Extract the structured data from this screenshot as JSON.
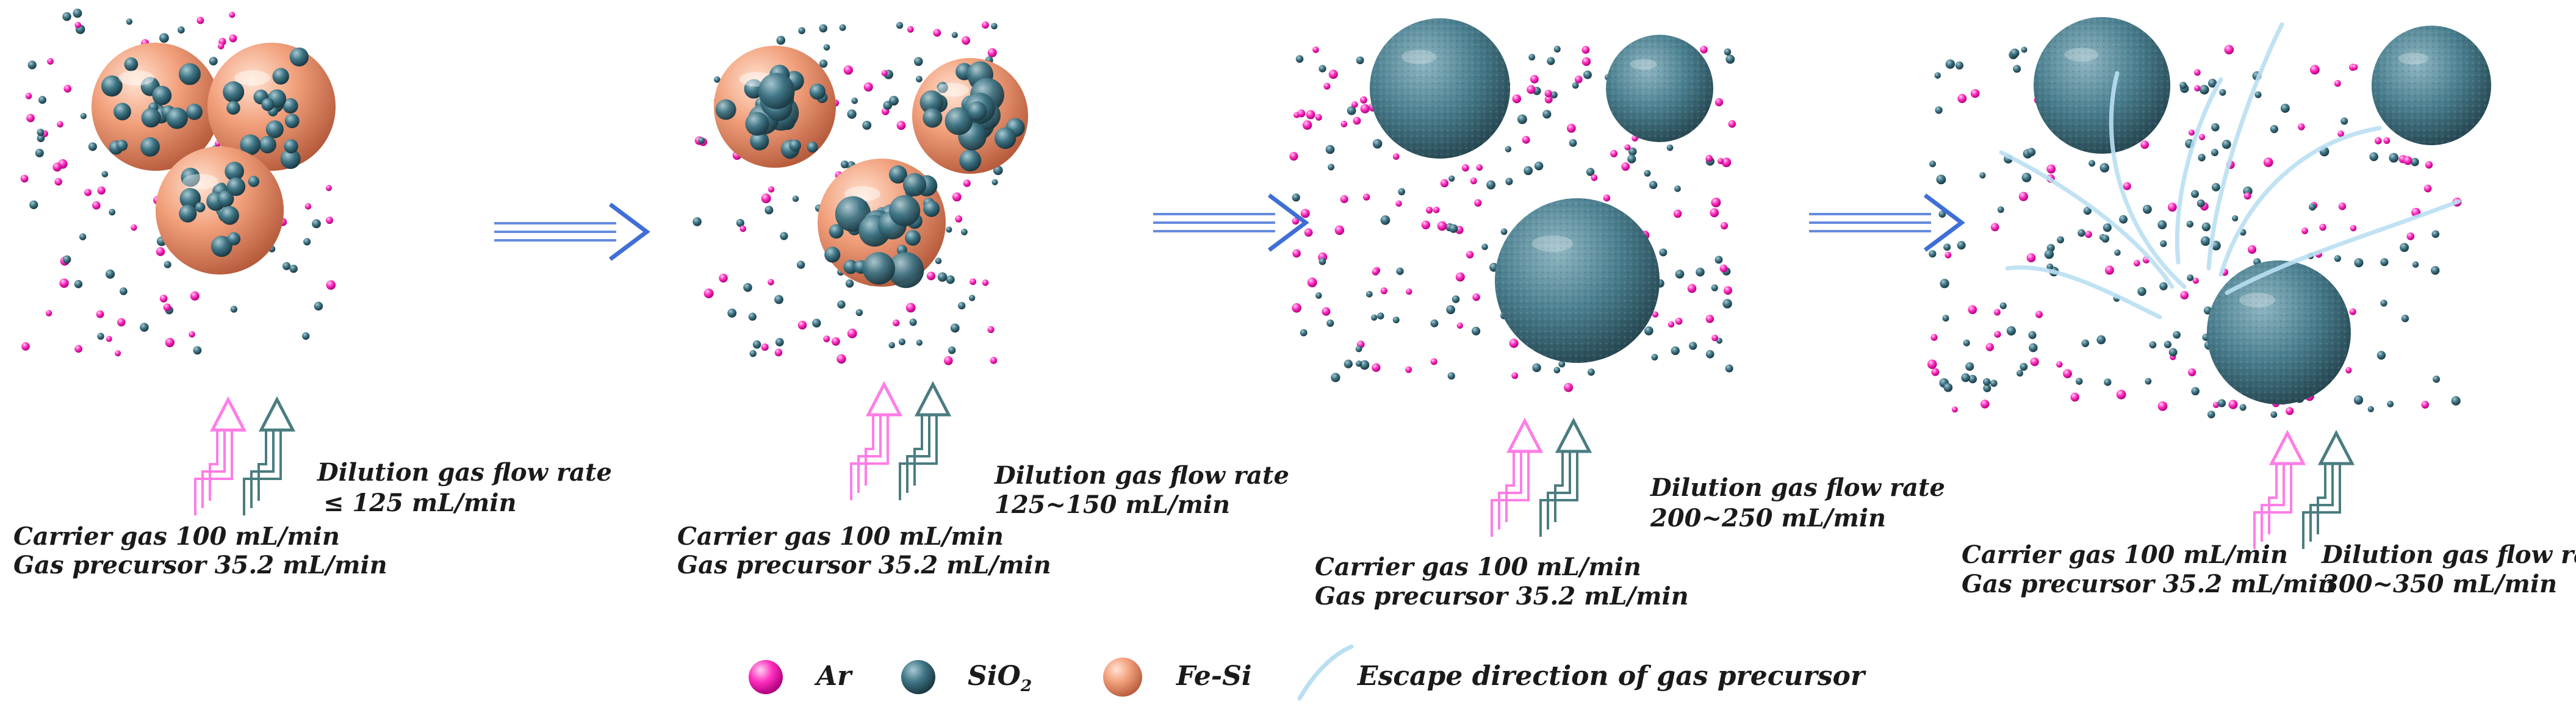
{
  "colors": {
    "ar": "#ff2fbf",
    "sio2": "#3f7585",
    "fesi": "#f2a07c",
    "escape": "#b9dff2",
    "arrow_pink": "#ff7de6",
    "arrow_teal": "#4a7d80",
    "step_arrow": "#3f6fd6"
  },
  "stages": [
    {
      "carrier": "Carrier gas 100 mL/min",
      "precursor": "Gas precursor 35.2 mL/min",
      "dilution_label": "Dilution gas flow rate",
      "dilution_value": "≤ 125 mL/min"
    },
    {
      "carrier": "Carrier gas 100 mL/min",
      "precursor": "Gas precursor 35.2 mL/min",
      "dilution_label": "Dilution gas flow rate",
      "dilution_value": "125~150 mL/min"
    },
    {
      "carrier": "Carrier gas 100 mL/min",
      "precursor": "Gas precursor 35.2 mL/min",
      "dilution_label": "Dilution gas flow rate",
      "dilution_value": "200~250 mL/min"
    },
    {
      "carrier": "Carrier gas 100 mL/min",
      "precursor": "Gas precursor 35.2 mL/min",
      "dilution_label": "Dilution gas flow rate",
      "dilution_value": "300~350 mL/min"
    }
  ],
  "legend": {
    "ar": "Ar",
    "sio2_base": "SiO",
    "sio2_sub": "2",
    "fesi": "Fe-Si",
    "escape": "Escape direction of gas precursor"
  }
}
